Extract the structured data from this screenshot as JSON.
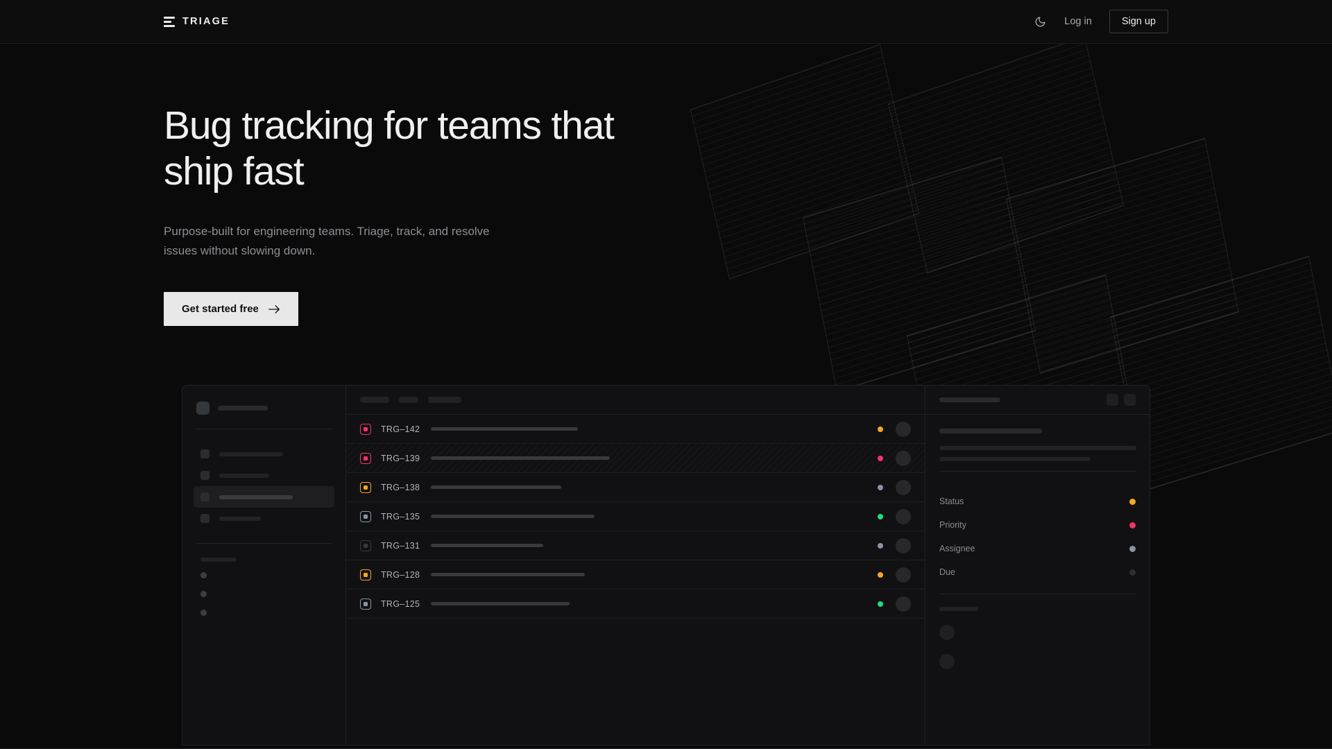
{
  "nav": {
    "brand": "TRIAGE",
    "theme_toggle_icon": "moon-icon",
    "login_label": "Log in",
    "signup_label": "Sign up"
  },
  "hero": {
    "headline": "Bug tracking for teams that ship fast",
    "subhead": "Purpose-built for engineering teams. Triage, track, and resolve issues without slowing down.",
    "cta_label": "Get started free",
    "cta_icon": "arrow-right-icon"
  },
  "colors": {
    "bg": "#0a0a0b",
    "surface": "#111113",
    "border": "#232326",
    "text": "#f0f0f1",
    "muted": "#8e8e93",
    "accent_red": "#f0336a",
    "accent_orange": "#f5a623",
    "accent_green": "#22dd77",
    "accent_slate": "#8a94a6",
    "accent_dim": "#3a3a3e"
  },
  "mock": {
    "sidebar": {
      "items": [
        {
          "width": 92
        },
        {
          "width": 72
        },
        {
          "width": 106,
          "active": true
        },
        {
          "width": 60
        }
      ],
      "section_label_width": 52,
      "mini_items": 3
    },
    "toolbar": {
      "chips": [
        42,
        28,
        48
      ]
    },
    "rows": [
      {
        "id": "TRG–142",
        "badge": "#f0336a",
        "title_width": 212,
        "status": "#f5a623",
        "selected": false
      },
      {
        "id": "TRG–139",
        "badge": "#f0336a",
        "title_width": 258,
        "status": "#f0336a",
        "selected": true
      },
      {
        "id": "TRG–138",
        "badge": "#f5a623",
        "title_width": 188,
        "status": "#8a94a6",
        "selected": false
      },
      {
        "id": "TRG–135",
        "badge": "#8a94a6",
        "title_width": 236,
        "status": "#22dd77",
        "selected": false
      },
      {
        "id": "TRG–131",
        "badge": "#3a3a3e",
        "title_width": 162,
        "status": "#8a94a6",
        "selected": false
      },
      {
        "id": "TRG–128",
        "badge": "#f5a623",
        "title_width": 222,
        "status": "#f5a623",
        "selected": false
      },
      {
        "id": "TRG–125",
        "badge": "#8a94a6",
        "title_width": 200,
        "status": "#22dd77",
        "selected": false
      }
    ],
    "detail": {
      "header_skeleton_width": 88,
      "action_icons": [
        "detail-action-1-icon",
        "detail-action-2-icon"
      ],
      "title_skeleton_width": 148,
      "body_line_widths": [
        284,
        218
      ],
      "fields": [
        {
          "label": "Status",
          "dot": "#f5a623"
        },
        {
          "label": "Priority",
          "dot": "#f0336a"
        },
        {
          "label": "Assignee",
          "dot": "#8a94a6"
        },
        {
          "label": "Due",
          "dot": "#2e2e32"
        }
      ],
      "activity_label_width": 56,
      "activity_avatars": 2
    }
  }
}
